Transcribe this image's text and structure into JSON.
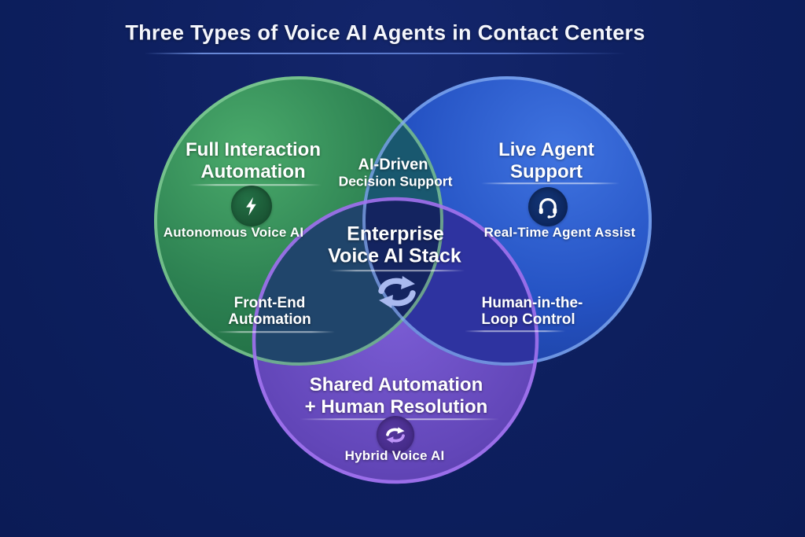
{
  "title": "Three Types of Voice AI Agents in Contact Centers",
  "background_color": "#0d1f5e",
  "circles": {
    "automation": {
      "heading_line1": "Full Interaction",
      "heading_line2": "Automation",
      "sub_label": "Autonomous Voice AI",
      "icon": "lightning-icon",
      "color": "#2e8552",
      "rim_color": "#8fd6a1"
    },
    "live_agent": {
      "heading_line1": "Live Agent",
      "heading_line2": "Support",
      "sub_label": "Real-Time Agent Assist",
      "icon": "headset-icon",
      "color": "#2553c4",
      "rim_color": "#85aef2"
    },
    "hybrid": {
      "heading_line1": "Shared Automation",
      "heading_line2": "+ Human Resolution",
      "sub_label": "Hybrid Voice AI",
      "icon": "sync-arrows-icon",
      "color": "#6246b8",
      "rim_color": "#a273ef"
    }
  },
  "overlaps": {
    "automation_live": {
      "line1": "AI-Driven",
      "line2": "Decision Support",
      "color": "#19586f"
    },
    "automation_hybrid": {
      "line1": "Front-End",
      "line2": "Automation",
      "color": "#20456b"
    },
    "live_hybrid": {
      "line1": "Human-in-the-",
      "line2": "Loop Control",
      "color": "#2e33a0"
    },
    "center": {
      "line1": "Enterprise",
      "line2": "Voice AI Stack",
      "icon": "sync-arrows-icon",
      "color": "#142460"
    }
  }
}
